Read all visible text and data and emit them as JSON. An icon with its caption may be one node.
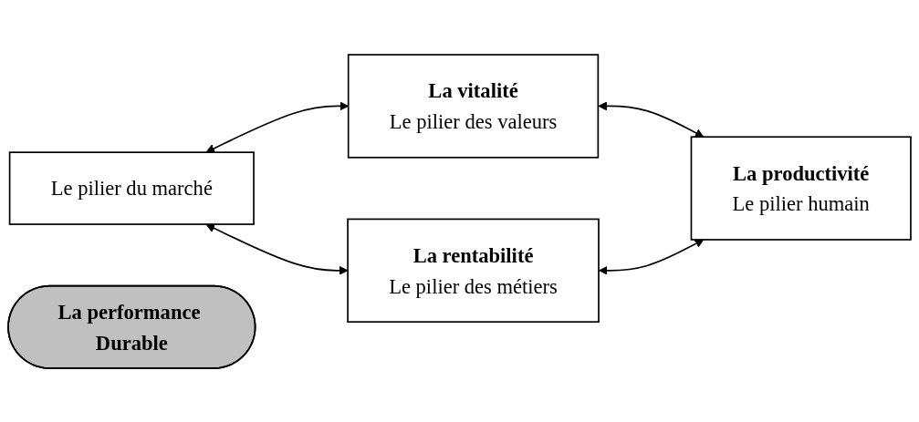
{
  "diagram": {
    "nodes": [
      {
        "text": [
          "Le pilier du marché"
        ]
      },
      {
        "text": [
          "La vitalité",
          "Le pilier des valeurs"
        ]
      },
      {
        "text": [
          "La performance Durable"
        ]
      },
      {
        "text": [
          "La rentabilité",
          "Le pilier des métiers"
        ]
      },
      {
        "text": [
          "La productivité",
          "Le pilier humain"
        ]
      }
    ],
    "edges": [
      {
        "from": 0,
        "to": 1,
        "arrow": "both"
      },
      {
        "from": 0,
        "to": 3,
        "arrow": "both"
      },
      {
        "from": 1,
        "to": 4,
        "arrow": "both"
      },
      {
        "from": 3,
        "to": 4,
        "arrow": "both"
      }
    ]
  }
}
